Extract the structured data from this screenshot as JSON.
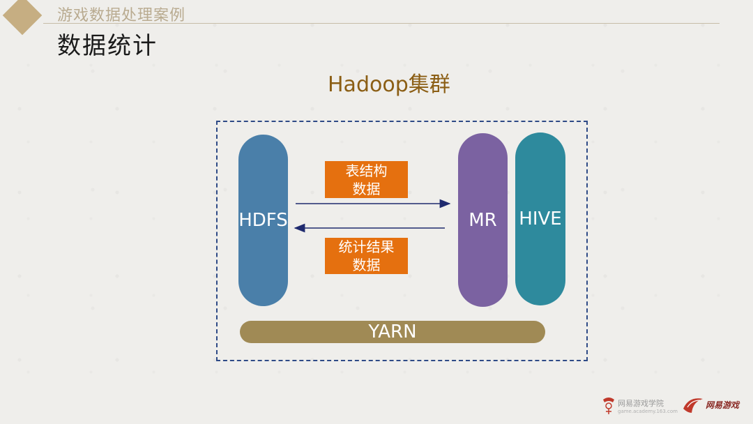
{
  "header": {
    "subtitle": "游戏数据处理案例",
    "title": "数据统计"
  },
  "diagram": {
    "title": "Hadoop集群",
    "nodes": {
      "hdfs": "HDFS",
      "mr": "MR",
      "hive": "HIVE",
      "yarn": "YARN"
    },
    "flows": {
      "to_mr_line1": "表结构",
      "to_mr_line2": "数据",
      "to_hdfs_line1": "统计结果",
      "to_hdfs_line2": "数据"
    },
    "colors": {
      "hdfs": "#4a7fa9",
      "mr": "#7b62a1",
      "hive": "#2e8a9d",
      "yarn": "#a08a55",
      "flow_label": "#e5700f",
      "arrow": "#1f2a6e",
      "title": "#8b5e14"
    }
  },
  "footer": {
    "academy_name": "网易游戏学院",
    "academy_url": "game.academy.163.com",
    "game_brand": "网易游戏"
  }
}
